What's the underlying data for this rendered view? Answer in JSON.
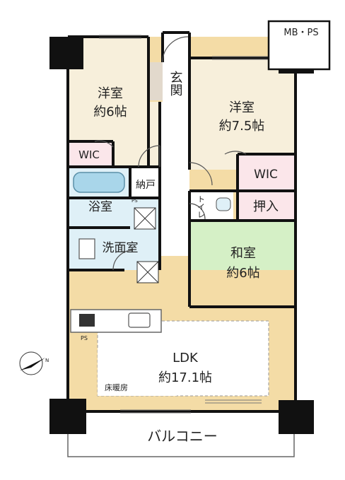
{
  "rooms": {
    "western_room_1": {
      "name": "洋室",
      "size": "約6帖"
    },
    "entrance": {
      "name": "玄関"
    },
    "western_room_2": {
      "name": "洋室",
      "size": "約7.5帖"
    },
    "wic_left": {
      "name": "WIC"
    },
    "wic_right": {
      "name": "WIC"
    },
    "storage": {
      "name": "納戸"
    },
    "bathroom": {
      "name": "浴室"
    },
    "toilet": {
      "name": "トイレ"
    },
    "closet": {
      "name": "押入"
    },
    "washroom": {
      "name": "洗面室"
    },
    "japanese_room": {
      "name": "和室",
      "size": "約6帖"
    },
    "ldk": {
      "name": "LDK",
      "size": "約17.1帖",
      "note": "床暖房"
    },
    "balcony": {
      "name": "バルコニー"
    }
  },
  "labels": {
    "mb_ps": "MB・PS",
    "ps_small": "PS",
    "ps_kitchen": "PS"
  },
  "colors": {
    "wall": "#111111",
    "western_room": "#f7efdb",
    "floor_wood": "#f4dca6",
    "bath_blue": "#dff0f7",
    "tatami_green": "#d5f0c6",
    "wic_pink": "#fbe6ea",
    "storage_grey": "#e2d9cc",
    "hall_white": "#ffffff"
  }
}
